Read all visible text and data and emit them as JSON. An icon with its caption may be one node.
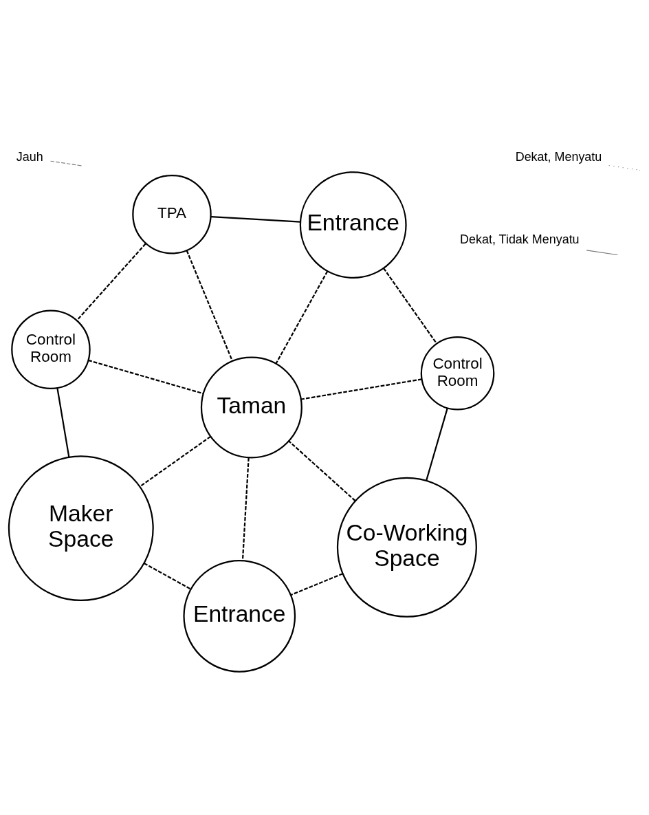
{
  "diagram": {
    "nodes": [
      {
        "text": [
          "Entrance"
        ]
      },
      {
        "text": [
          "Control Room"
        ]
      },
      {
        "text": [
          "Co-Working Space"
        ]
      },
      {
        "text": [
          "TPA"
        ]
      },
      {
        "text": [
          "Taman"
        ]
      },
      {
        "text": [
          "Control Room"
        ]
      },
      {
        "text": [
          "Maker Space"
        ]
      },
      {
        "text": [
          "Entrance"
        ]
      }
    ],
    "edges": [
      {
        "from": 0,
        "to": 1,
        "arrow": "none",
        "style": "dashed"
      },
      {
        "from": 1,
        "to": 2,
        "arrow": "none"
      },
      {
        "from": 0,
        "to": 3,
        "arrow": "none"
      },
      {
        "from": 0,
        "to": 4,
        "arrow": "none",
        "style": "dashed"
      },
      {
        "from": 1,
        "to": 4,
        "arrow": "none",
        "style": "dashed"
      },
      {
        "from": 3,
        "to": 4,
        "arrow": "none",
        "style": "dashed"
      },
      {
        "from": 3,
        "to": 5,
        "arrow": "none",
        "style": "dashed"
      },
      {
        "from": 2,
        "to": 4,
        "arrow": "none",
        "style": "dashed"
      },
      {
        "from": 2,
        "to": 7,
        "arrow": "none",
        "style": "dashed"
      },
      {
        "from": 5,
        "to": 4,
        "arrow": "none",
        "style": "dashed"
      },
      {
        "from": 5,
        "to": 6,
        "arrow": "none"
      },
      {
        "from": 4,
        "to": 6,
        "arrow": "none",
        "style": "dashed"
      },
      {
        "from": 4,
        "to": 7,
        "arrow": "none",
        "style": "dashed"
      },
      {
        "from": 6,
        "to": 7,
        "arrow": "none",
        "style": "dashed"
      }
    ],
    "legend": [
      {
        "text": "Jauh"
      },
      {
        "text": "Dekat, Menyatu"
      },
      {
        "text": "Dekat, Tidak Menyatu"
      }
    ]
  }
}
